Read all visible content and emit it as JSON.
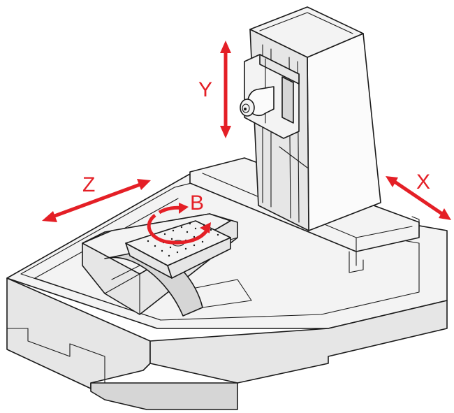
{
  "diagram": {
    "accent_color": "#e41f26",
    "labels": {
      "y": "Y",
      "z": "Z",
      "x": "X",
      "b": "B"
    }
  }
}
